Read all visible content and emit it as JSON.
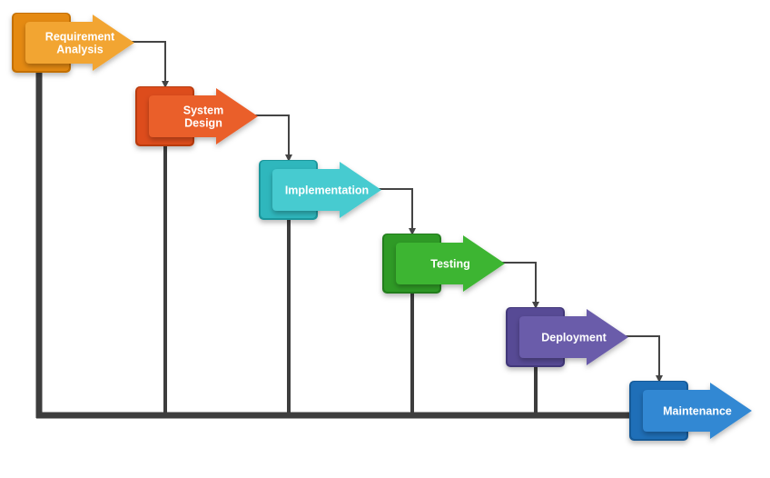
{
  "diagram": {
    "type": "waterfall-model",
    "stages": [
      {
        "lines": [
          "Requirement",
          "Analysis"
        ],
        "base": "#e58a12",
        "light": "#f2a533",
        "dark": "#c47004"
      },
      {
        "lines": [
          "System",
          "Design"
        ],
        "base": "#dd4c1c",
        "light": "#ea5e2b",
        "dark": "#b93a10"
      },
      {
        "lines": [
          "Implementation"
        ],
        "base": "#2fb7bd",
        "light": "#47cbd0",
        "dark": "#1f979c"
      },
      {
        "lines": [
          "Testing"
        ],
        "base": "#2f9a26",
        "light": "#3cb530",
        "dark": "#247d1c"
      },
      {
        "lines": [
          "Deployment"
        ],
        "base": "#574a95",
        "light": "#6a5caa",
        "dark": "#43387a"
      },
      {
        "lines": [
          "Maintenance"
        ],
        "base": "#1f6fb8",
        "light": "#3288d3",
        "dark": "#175a98"
      }
    ],
    "line_color": "#3d3d3d",
    "connector_color": "#444444",
    "text_color": "#ffffff"
  }
}
